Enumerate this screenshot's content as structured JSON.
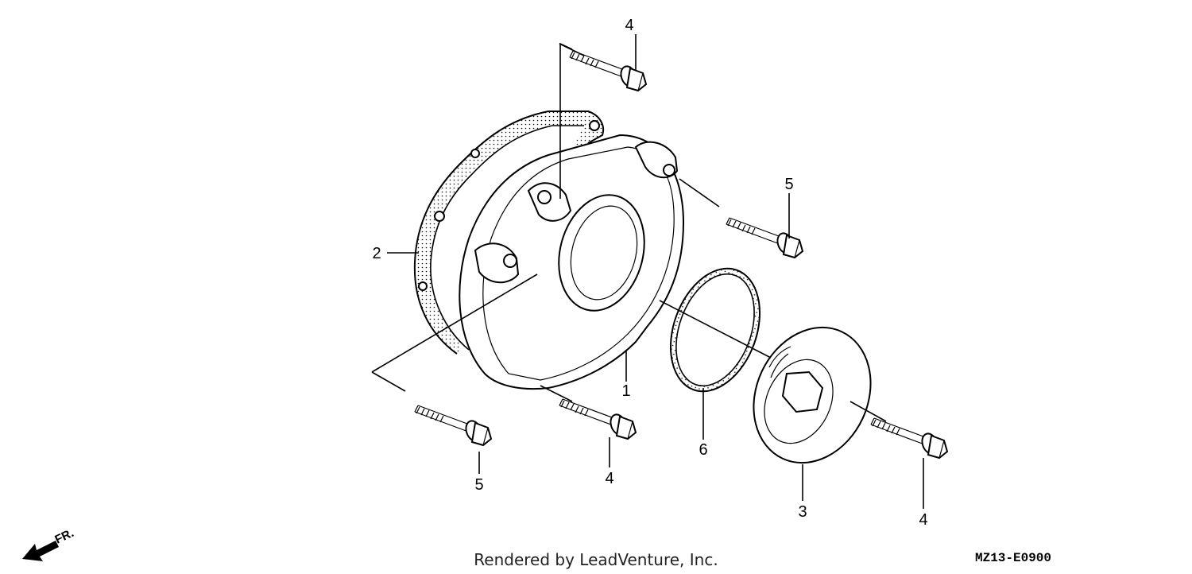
{
  "diagram": {
    "callouts": {
      "c1": "1",
      "c2": "2",
      "c3": "3",
      "c4a": "4",
      "c4b": "4",
      "c4c": "4",
      "c5a": "5",
      "c5b": "5",
      "c6": "6"
    },
    "direction_label": "FR.",
    "footer_text": "Rendered by LeadVenture, Inc.",
    "diagram_code": "MZ13-E0900"
  }
}
